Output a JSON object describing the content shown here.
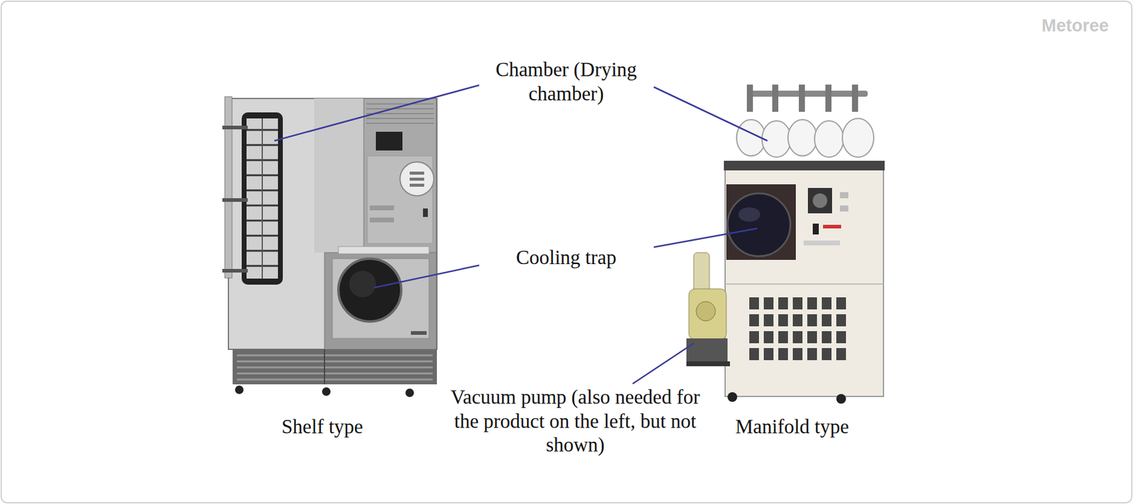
{
  "diagram": {
    "labels": [
      "Chamber (Drying chamber)",
      "Cooling trap",
      "Vacuum pump (also needed for the product on the left, but not shown)",
      "Shelf type",
      "Manifold type",
      "Metoree"
    ]
  }
}
